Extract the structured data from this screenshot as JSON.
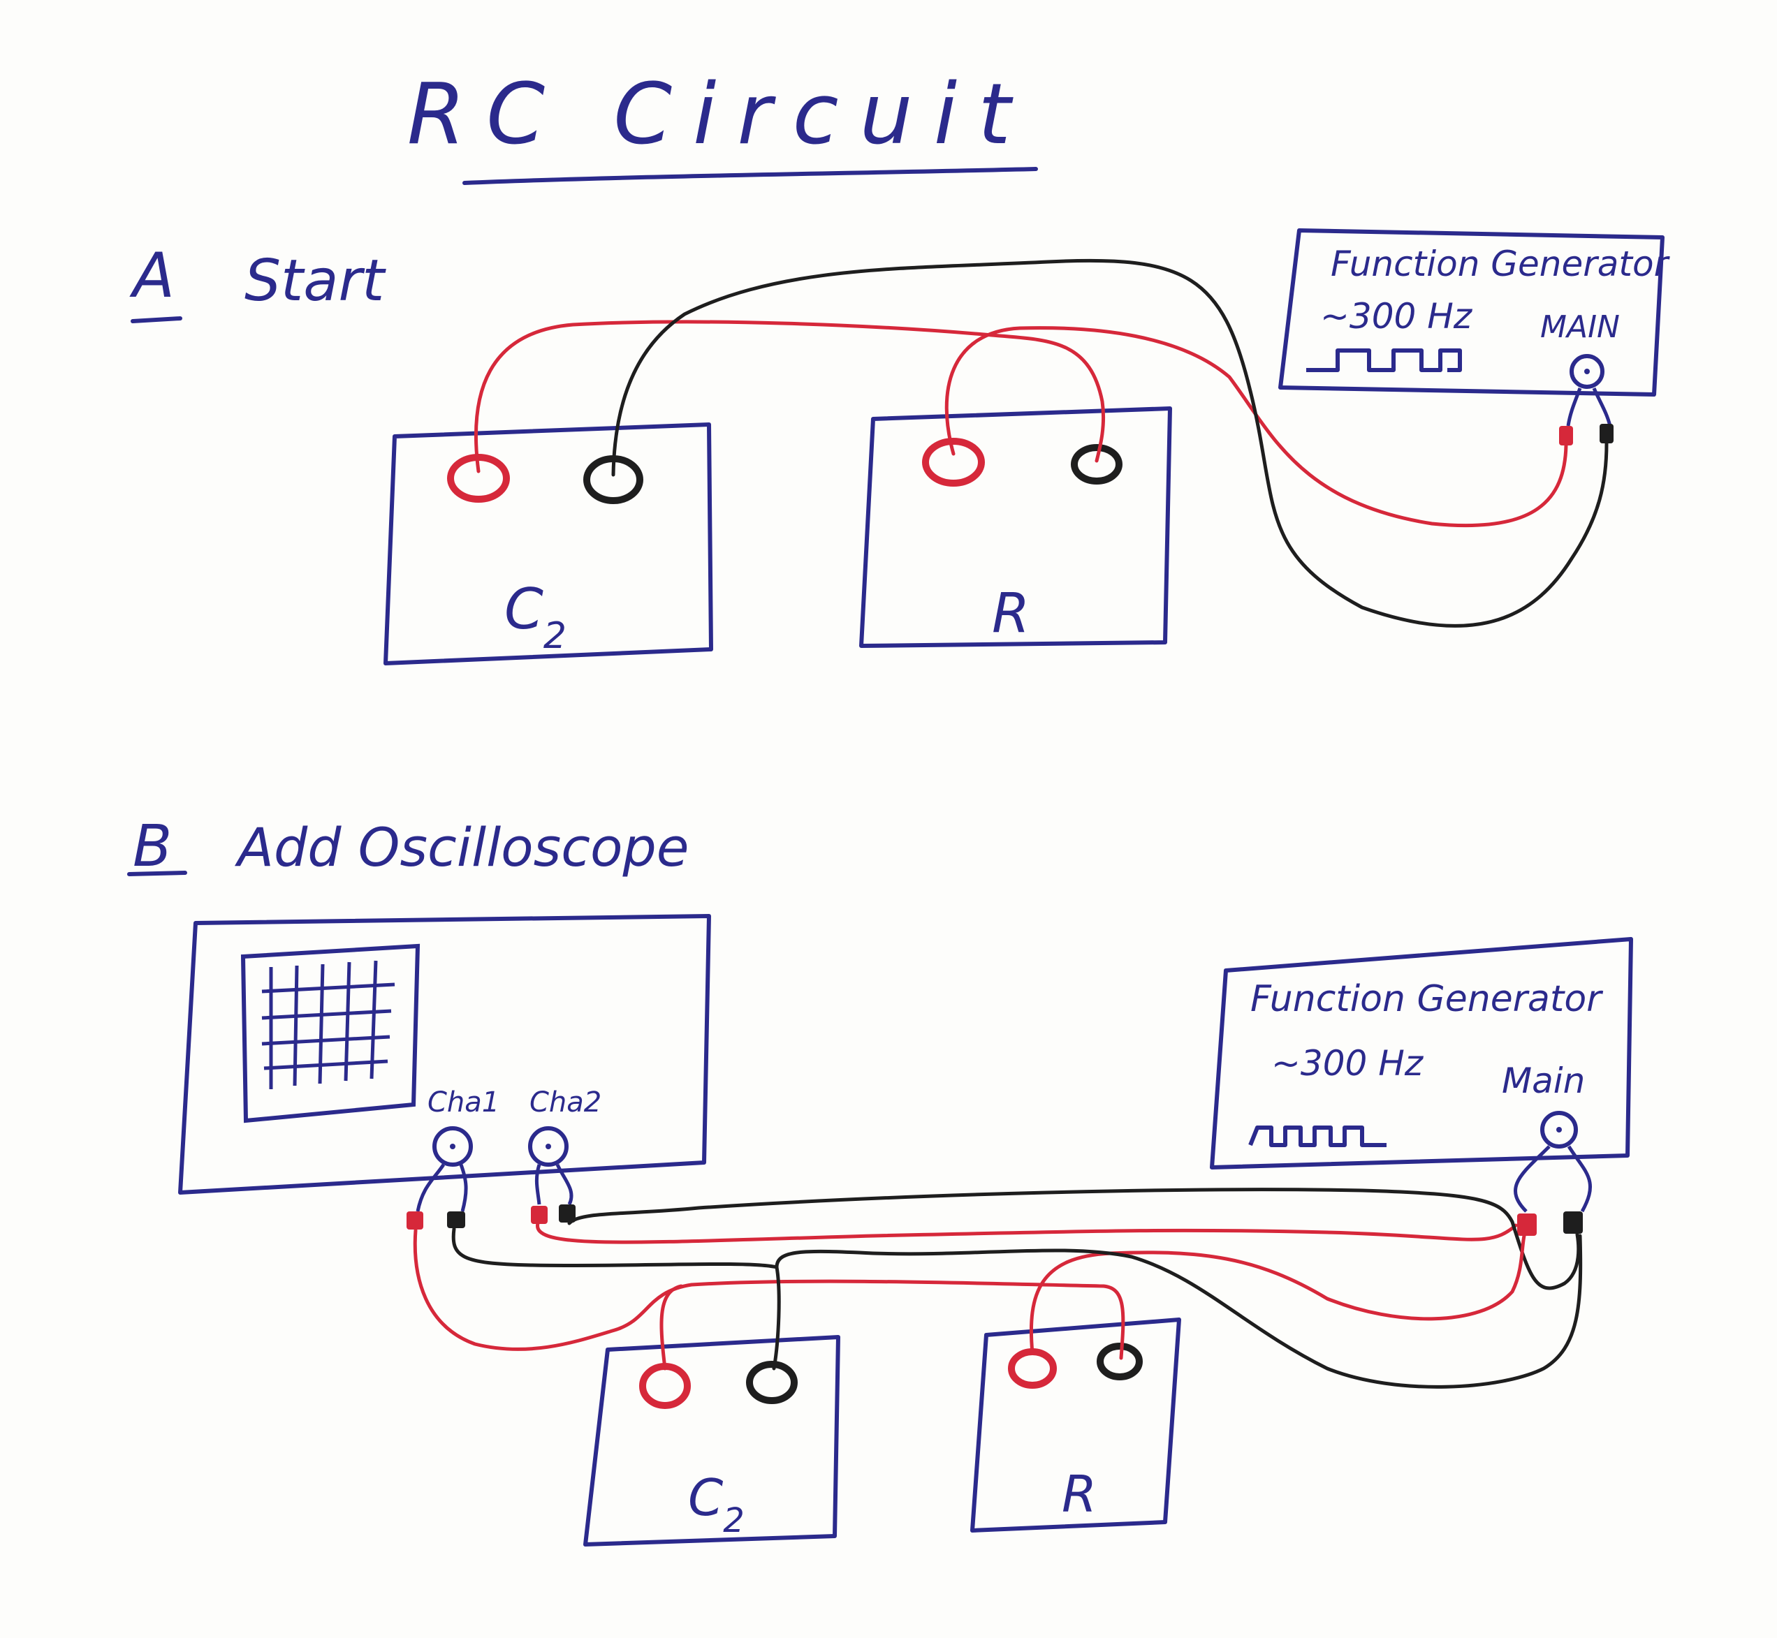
{
  "title": "RC Circuit",
  "colors": {
    "ink": "#2b2a8c",
    "red_wire": "#d6283a",
    "black_wire": "#1e1e1e",
    "paper": "#fdfdfb"
  },
  "section_a": {
    "letter": "A",
    "label": "Start",
    "function_generator": {
      "title": "Function Generator",
      "frequency": "~300 Hz",
      "output": "MAIN",
      "waveform_icon": "square-wave-icon"
    },
    "capacitor_label": "C",
    "capacitor_subscript": "2",
    "resistor_label": "R"
  },
  "section_b": {
    "letter": "B",
    "label": "Add Oscilloscope",
    "oscilloscope": {
      "ch1": "Cha1",
      "ch2": "Cha2",
      "screen_icon": "grid-screen-icon"
    },
    "function_generator": {
      "title": "Function Generator",
      "frequency": "~300 Hz",
      "output": "Main",
      "waveform_icon": "square-wave-icon"
    },
    "capacitor_label": "C",
    "capacitor_subscript": "2",
    "resistor_label": "R"
  }
}
